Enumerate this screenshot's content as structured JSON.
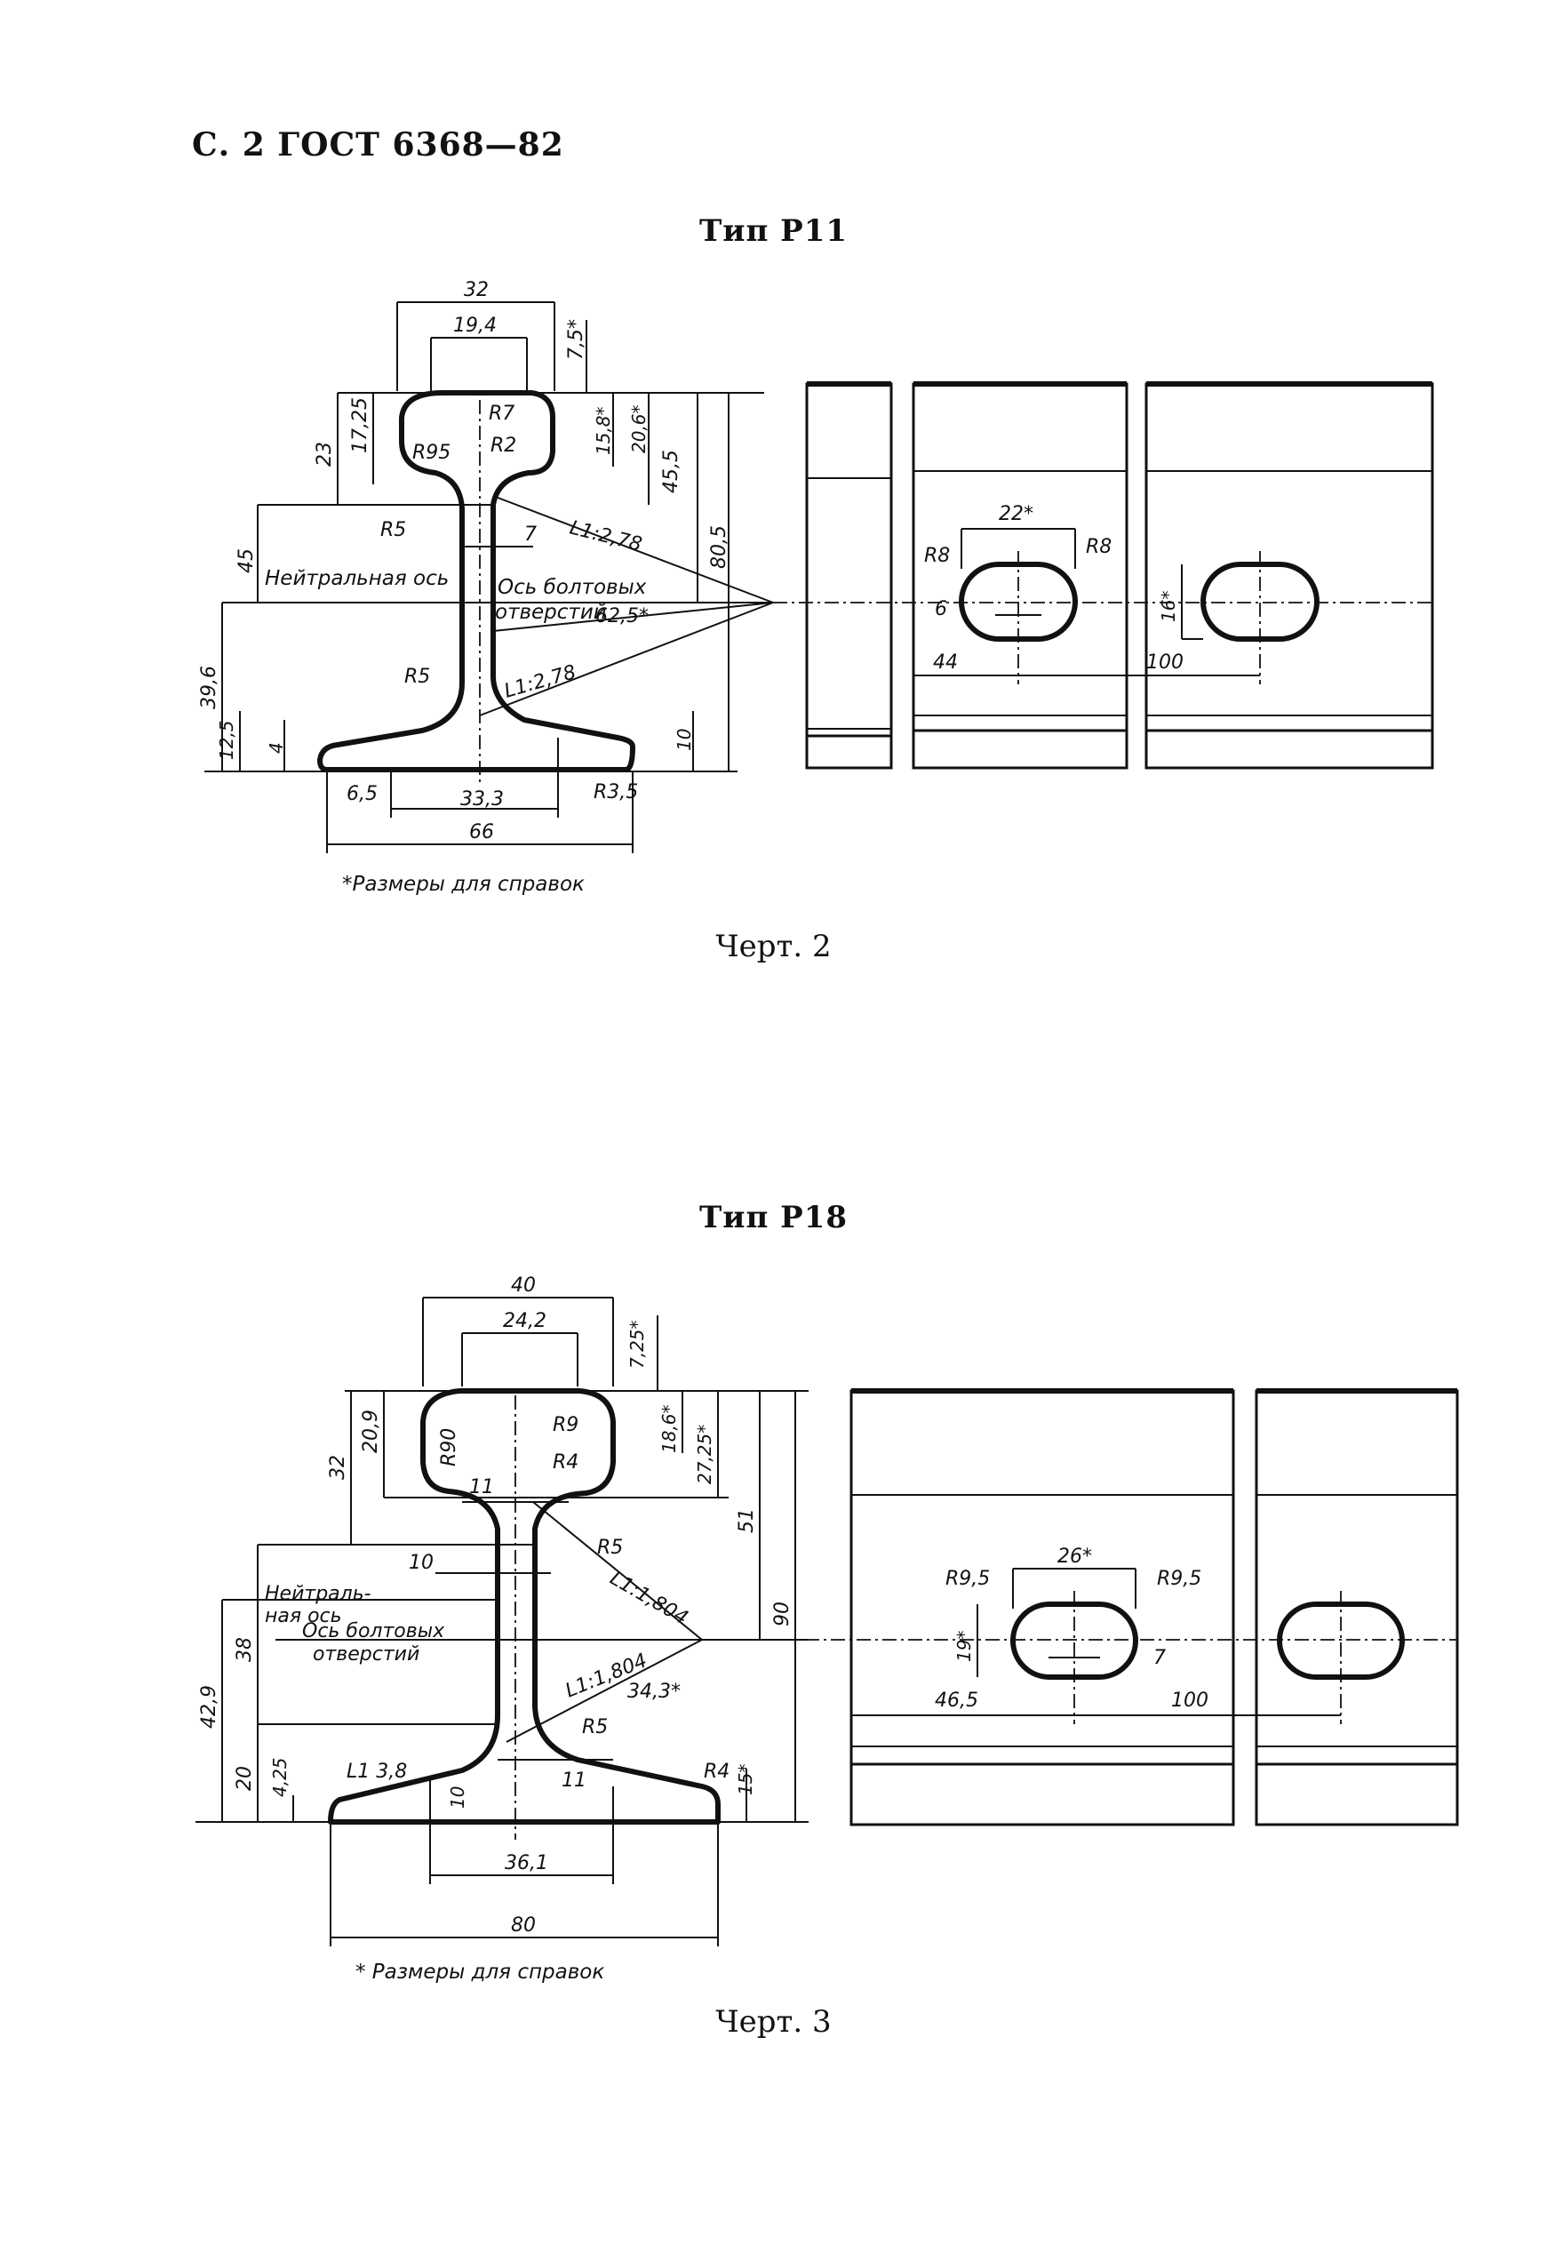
{
  "header": {
    "text": "С. 2 ГОСТ 6368—82"
  },
  "figure_p11": {
    "title": "Тип Р11",
    "caption": "Черт. 2",
    "note": "*Размеры для справок",
    "labels": {
      "neutral_axis": "Нейтральная ось",
      "bolt_axis_1": "Ось болтовых",
      "bolt_axis_2": "отверстий"
    },
    "dims": {
      "w32": "32",
      "w19_4": "19,4",
      "d7_5": "7,5*",
      "h23": "23",
      "h17_25": "17,25",
      "r7": "R7",
      "r2": "R2",
      "r95": "R95",
      "h15_8": "15,8*",
      "h20_6": "20,6*",
      "h45_5": "45,5",
      "h80_5": "80,5",
      "r5a": "R5",
      "w7": "7",
      "s_l1a": "L1:2,78",
      "h45": "45",
      "d62_5": "62,5*",
      "h39_6": "39,6",
      "r5b": "R5",
      "s_l1b": "L1:2,78",
      "h12_5": "12,5",
      "h4": "4",
      "h10": "10",
      "w6_5": "6,5",
      "w33_3": "33,3",
      "r3_5": "R3,5",
      "w66": "66",
      "hole_w22": "22*",
      "r8a": "R8",
      "r8b": "R8",
      "hole_6": "6",
      "hole_16": "16*",
      "d44": "44",
      "d100": "100"
    }
  },
  "figure_p18": {
    "title": "Тип Р18",
    "caption": "Черт. 3",
    "note": "* Размеры для справок",
    "labels": {
      "neutral_axis_1": "Нейтраль-",
      "neutral_axis_2": "ная ось",
      "bolt_axis_1": "Ось болтовых",
      "bolt_axis_2": "отверстий"
    },
    "dims": {
      "w40": "40",
      "w24_2": "24,2",
      "d7_25": "7,25*",
      "h32": "32",
      "h20_9": "20,9",
      "r90": "R90",
      "r9": "R9",
      "r4a": "R4",
      "h18_6": "18,6*",
      "h27_25": "27,25*",
      "h51": "51",
      "h90": "90",
      "w11a": "11",
      "r5a": "R5",
      "w10": "10",
      "s_l1a": "L1:1,804",
      "h38": "38",
      "h42_9": "42,9",
      "s_l1b": "L1:1,804",
      "d34_3": "34,3*",
      "r5b": "R5",
      "h20": "20",
      "h4_25": "4,25",
      "s_l1c": "L1 3,8",
      "h10": "10",
      "w11b": "11",
      "r4b": "R4",
      "h15": "15*",
      "w36_1": "36,1",
      "w80": "80",
      "hole_w26": "26*",
      "r9_5a": "R9,5",
      "r9_5b": "R9,5",
      "hole_19": "19*",
      "hole_7": "7",
      "d46_5": "46,5",
      "d100": "100"
    }
  }
}
